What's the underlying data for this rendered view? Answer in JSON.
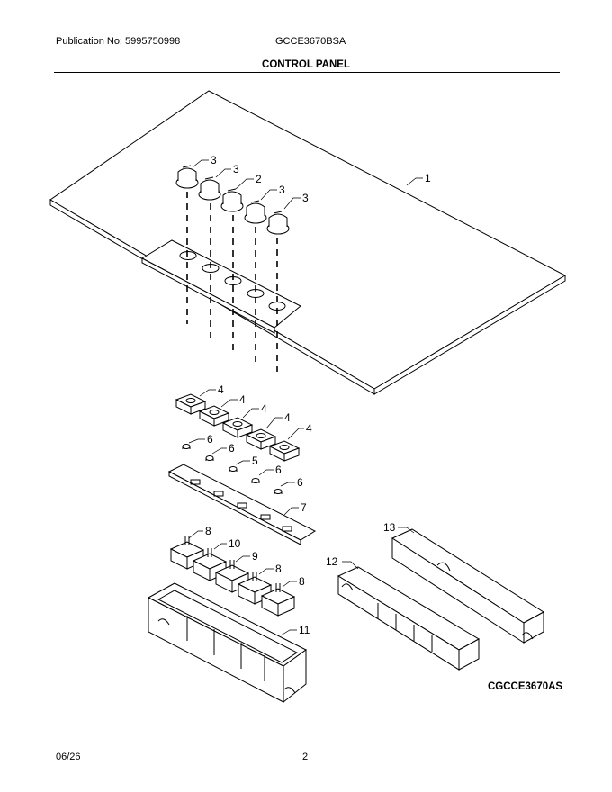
{
  "header": {
    "publication": "Publication No: 5995750998",
    "model": "GCCE3670BSA",
    "section_title": "CONTROL PANEL"
  },
  "diagram": {
    "code": "CGCCE3670AS",
    "callouts": [
      "1",
      "2",
      "3",
      "4",
      "5",
      "6",
      "7",
      "8",
      "9",
      "10",
      "11",
      "12",
      "13"
    ]
  },
  "footer": {
    "date": "06/26",
    "page": "2"
  }
}
